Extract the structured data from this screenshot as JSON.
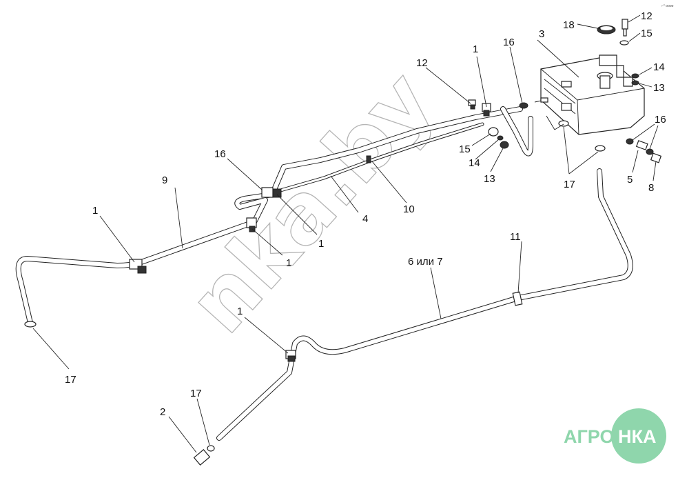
{
  "corner_mark": "⌐° oooo",
  "watermark": {
    "text": "nka.by"
  },
  "logo": {
    "text_left": "АГРО",
    "text_inner": "НКА",
    "color": "#8fd6ac"
  },
  "callouts": {
    "c_1a": "1",
    "c_1b": "1",
    "c_1c": "1",
    "c_1d": "1",
    "c_1e": "1",
    "c_2": "2",
    "c_3": "3",
    "c_4": "4",
    "c_5": "5",
    "c_6": "6 или 7",
    "c_8": "8",
    "c_9": "9",
    "c_10": "10",
    "c_11": "11",
    "c_12a": "12",
    "c_12b": "12",
    "c_13a": "13",
    "c_13b": "13",
    "c_14a": "14",
    "c_14b": "14",
    "c_15a": "15",
    "c_15b": "15",
    "c_16a": "16",
    "c_16b": "16",
    "c_16c": "16",
    "c_17a": "17",
    "c_17b": "17",
    "c_17c": "17",
    "c_18": "18"
  }
}
